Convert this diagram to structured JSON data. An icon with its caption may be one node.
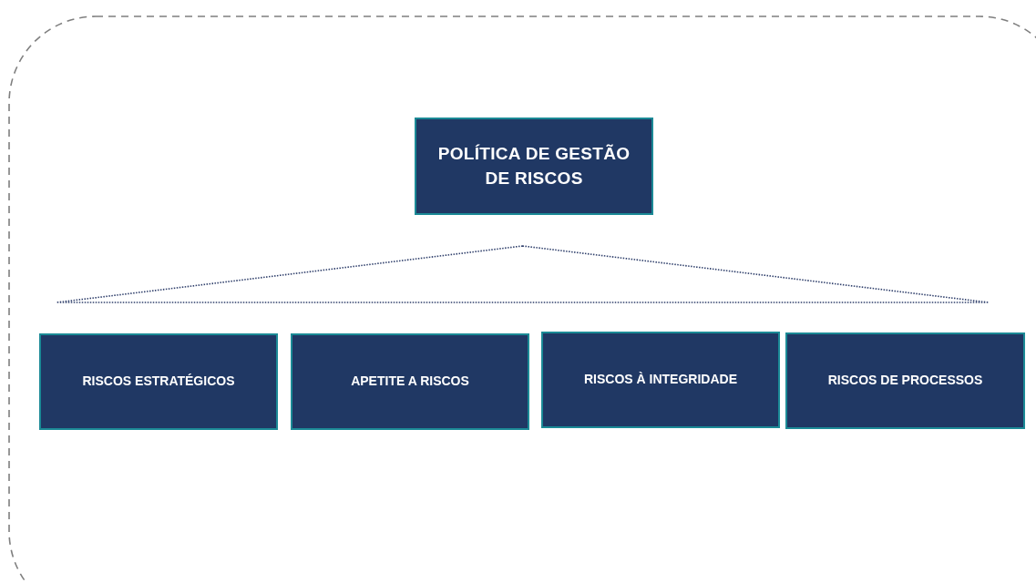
{
  "diagram": {
    "nodes": [
      {
        "text": [
          "POLÍTICA DE GESTÃO DE RISCOS"
        ]
      },
      {
        "text": [],
        "shape": "triangle"
      },
      {
        "text": [
          "RISCOS ESTRATÉGICOS"
        ]
      },
      {
        "text": [
          "APETITE A RISCOS"
        ]
      },
      {
        "text": [
          "RISCOS À INTEGRIDADE"
        ]
      },
      {
        "text": [
          "RISCOS DE PROCESSOS"
        ]
      }
    ]
  }
}
